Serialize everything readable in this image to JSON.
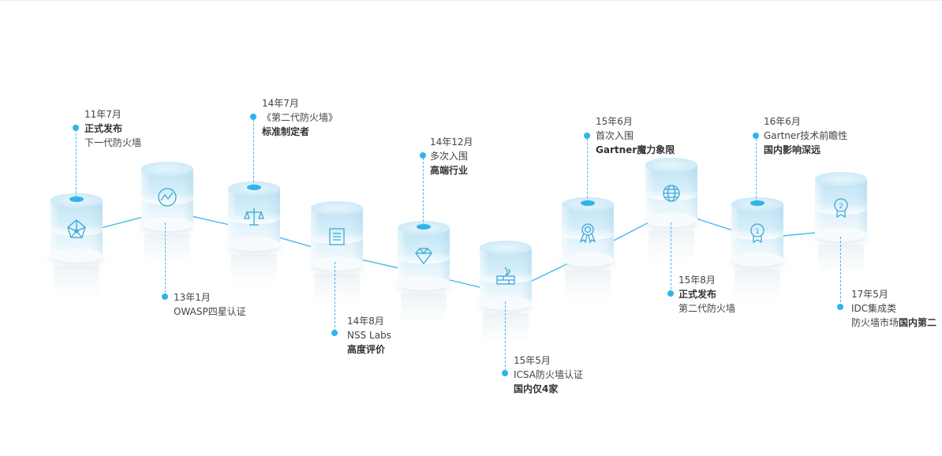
{
  "milestones": [
    {
      "date": "11年7月",
      "line1": "正式发布",
      "line2": "下一代防火墙",
      "bold": [
        1
      ],
      "icon": "network-icon"
    },
    {
      "date": "13年1月",
      "line1": "OWASP四星认证",
      "line2": "",
      "bold": [],
      "icon": "trend-icon"
    },
    {
      "date": "14年7月",
      "line1": "《第二代防火墙》",
      "line2": "标准制定者",
      "bold": [
        2
      ],
      "icon": "scale-icon"
    },
    {
      "date": "14年8月",
      "line1": "NSS Labs",
      "line2": "高度评价",
      "bold": [
        2
      ],
      "icon": "document-icon"
    },
    {
      "date": "14年12月",
      "line1": "多次入围",
      "line2": "高端行业",
      "bold": [
        2
      ],
      "icon": "diamond-icon"
    },
    {
      "date": "15年5月",
      "line1": "ICSA防火墙认证",
      "line2": "国内仅4家",
      "bold": [
        2
      ],
      "icon": "firewall-icon"
    },
    {
      "date": "15年6月",
      "line1": "首次入围",
      "line2": "Gartner魔力象限",
      "bold": [
        2
      ],
      "icon": "award-ribbon-icon"
    },
    {
      "date": "15年8月",
      "line1": "正式发布",
      "line2": "第二代防火墙",
      "bold": [
        1
      ],
      "icon": "globe-icon"
    },
    {
      "date": "16年6月",
      "line1": "Gartner技术前瞻性",
      "line2": "国内影响深远",
      "bold": [
        2
      ],
      "icon": "medal-one-icon"
    },
    {
      "date": "17年5月",
      "line1": "IDC集成类",
      "line2": "防火墙市场",
      "line2b": "国内第二",
      "bold": [],
      "icon": "medal-two-icon"
    }
  ],
  "colors": {
    "accent": "#2fb4e9",
    "line": "#41b9ea",
    "cylinder": "#cfeaf7"
  }
}
